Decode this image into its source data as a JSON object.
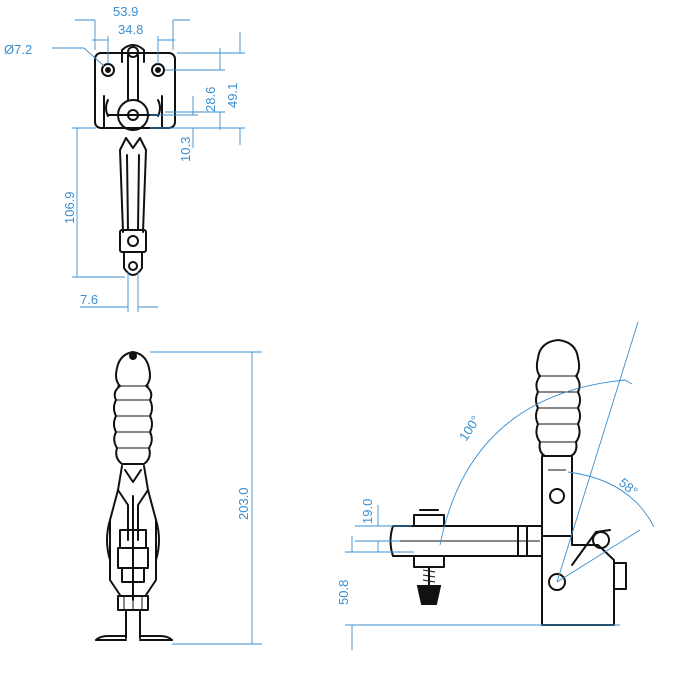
{
  "dimensions": {
    "top_view": {
      "overall_width": "53.9",
      "hole_spacing_width": "34.8",
      "hole_diameter": "Ø7.2",
      "hole_spacing_height": "28.6",
      "overall_height": "49.1",
      "pivot_offset": "10.3",
      "handle_length": "106.9",
      "tip_width": "7.6"
    },
    "front_view": {
      "total_height": "203.0"
    },
    "side_view": {
      "open_angle": "100°",
      "release_angle": "58°",
      "spindle_offset": "19.0",
      "base_height": "50.8"
    }
  },
  "colors": {
    "dimension": "#3a8fd0",
    "outline": "#111111",
    "background": "#ffffff"
  }
}
